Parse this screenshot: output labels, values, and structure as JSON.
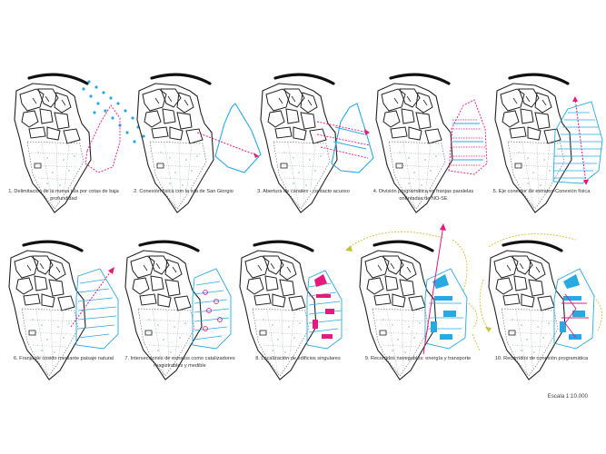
{
  "colors": {
    "ink": "#222222",
    "cyan": "#29a9e1",
    "magenta": "#e6197d",
    "olive": "#c8c23a",
    "green_dots": "#9fcfb8"
  },
  "steps": [
    {
      "num": "1",
      "caption": "1. Delimitación de la nueva isla por cotas de baja profundidad",
      "elements": [
        "dotted-boundary",
        "magenta-dashed-outline"
      ]
    },
    {
      "num": "2",
      "caption": "2. Conexión física con la isla de San Giorgio",
      "elements": [
        "cyan-island",
        "magenta-connection-arrow"
      ]
    },
    {
      "num": "3",
      "caption": "3. Abertura de canales - contacto acuoso",
      "elements": [
        "cyan-island",
        "magenta-canals",
        "cyan-canals"
      ]
    },
    {
      "num": "4",
      "caption": "4. División programática en franjas paralelas orientadas de NO-SE",
      "elements": [
        "magenta-island",
        "parallel-strips"
      ]
    },
    {
      "num": "5",
      "caption": "5. Eje conector de estratos-Conexión física",
      "elements": [
        "cyan-strips",
        "magenta-axis"
      ]
    },
    {
      "num": "6",
      "caption": "6. Franja de cosido mediante paisaje natural",
      "elements": [
        "cyan-strips",
        "magenta-axis"
      ]
    },
    {
      "num": "7",
      "caption": "7. Intersecciones de estratos como catalizadores reagistrables y medible",
      "elements": [
        "cyan-strips",
        "magenta-nodes"
      ]
    },
    {
      "num": "8",
      "caption": "8. Localización de edificios singulares",
      "elements": [
        "cyan-strips",
        "magenta-buildings"
      ]
    },
    {
      "num": "9",
      "caption": "9. Recorridos navegables: energía y transporte",
      "elements": [
        "cyan-buildings",
        "olive-routes",
        "magenta-axis"
      ]
    },
    {
      "num": "10",
      "caption": "10. Recorridos de conexión programática",
      "elements": [
        "cyan-buildings",
        "magenta-paths",
        "olive-routes"
      ]
    }
  ],
  "scale_label": "Escala 1:10.000"
}
